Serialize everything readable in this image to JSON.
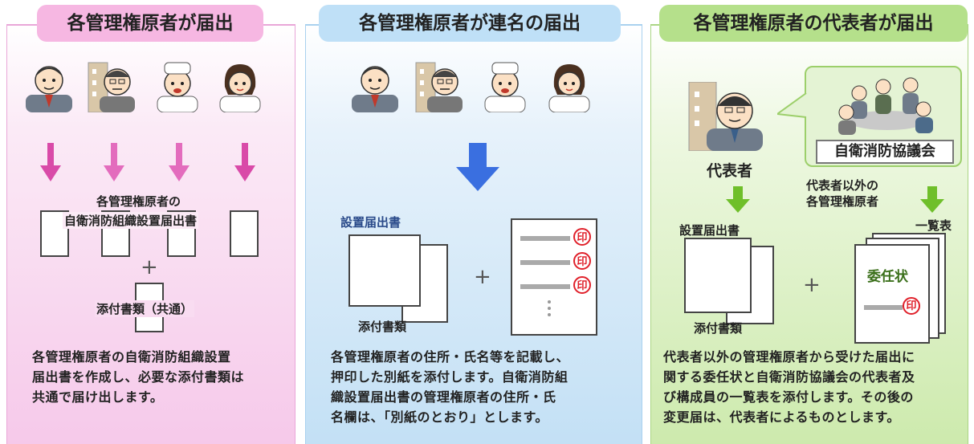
{
  "panel1": {
    "title": "各管理権原者が届出",
    "doc_label_1": "各管理権原者の",
    "doc_label_2": "自衛消防組織設置届出書",
    "plus": "+",
    "attach_label": "添付書類（共通）",
    "body_lines": [
      "各管理権原者の自衛消防組織設置",
      "届出書を作成し、必要な添付書類は",
      "共通で届け出します。"
    ],
    "arrow_color": "#d94aa8"
  },
  "panel2": {
    "title": "各管理権原者が連名の届出",
    "doc_label": "設置届出書",
    "attach_label": "添付書類",
    "plus": "+",
    "seal": "印",
    "body_lines": [
      "各管理権原者の住所・氏名等を記載し、",
      "押印した別紙を添付します。自衛消防組",
      "織設置届出書の管理権原者の住所・氏",
      "名欄は、「別紙のとおり」とします。"
    ],
    "arrow_color": "#3a6fe0"
  },
  "panel3": {
    "title": "各管理権原者の代表者が届出",
    "council_label": "自衛消防協議会",
    "rep_label": "代表者",
    "others_label_1": "代表者以外の",
    "others_label_2": "各管理権原者",
    "list_label": "一覧表",
    "doc_label": "設置届出書",
    "attach_label": "添付書類",
    "proxy_label": "委任状",
    "seal": "印",
    "plus": "+",
    "body_lines": [
      "代表者以外の管理権原者から受けた届出に",
      "関する委任状と自衛消防協議会の代表者及",
      "び構成員の一覧表を添付します。その後の",
      "変更届は、代表者によるものとします。"
    ],
    "arrow_color": "#6fbf2a"
  }
}
